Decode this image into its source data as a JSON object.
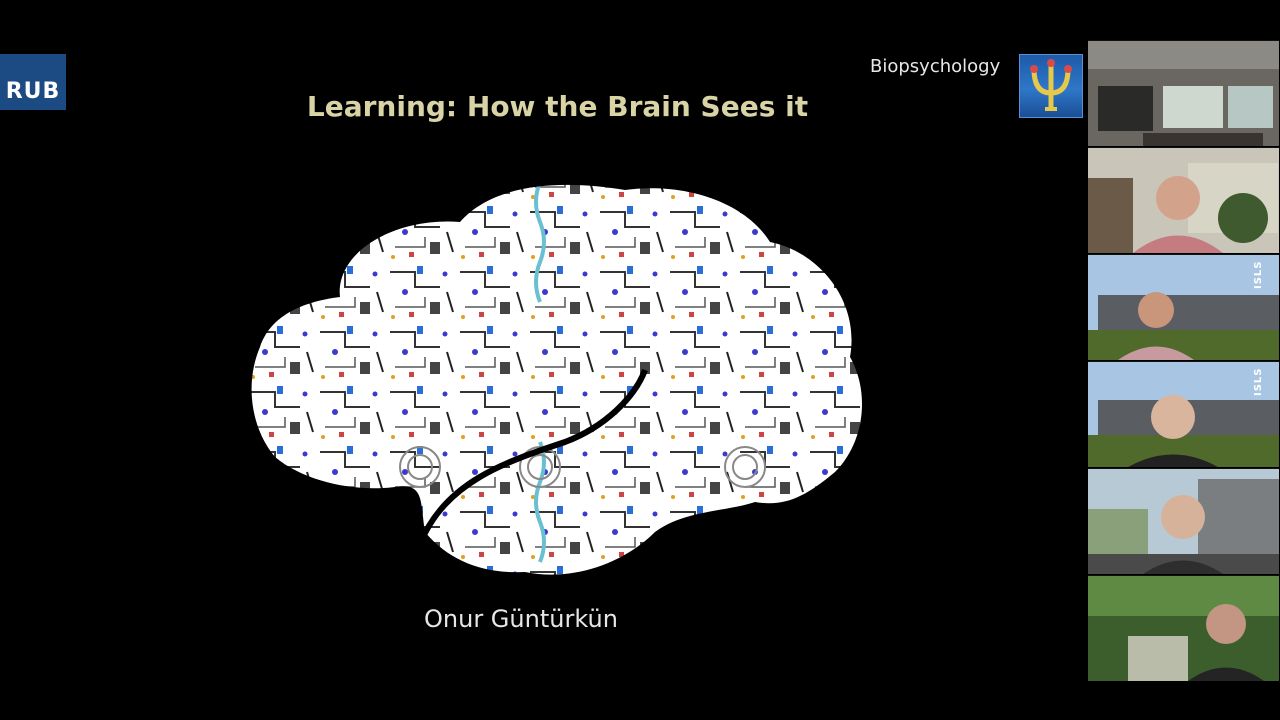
{
  "slide": {
    "logo_text": "RUB",
    "department": "Biopsychology",
    "title": "Learning: How the Brain Sees it",
    "speaker": "Onur Güntürkün",
    "dept_logo_icon": "psi-logo-icon",
    "brain_icon": "brain-circuit-illustration"
  },
  "participants": [
    {
      "kind": "office-room-view"
    },
    {
      "kind": "man-with-map-background"
    },
    {
      "kind": "woman-with-campus-background",
      "badge": "ISLS"
    },
    {
      "kind": "woman-with-headset-campus-background",
      "badge": "ISLS"
    },
    {
      "kind": "man-with-building-background"
    },
    {
      "kind": "woman-in-park"
    }
  ],
  "colors": {
    "background": "#000000",
    "title": "#d8d4a6",
    "rub_blue": "#1c4a83"
  }
}
